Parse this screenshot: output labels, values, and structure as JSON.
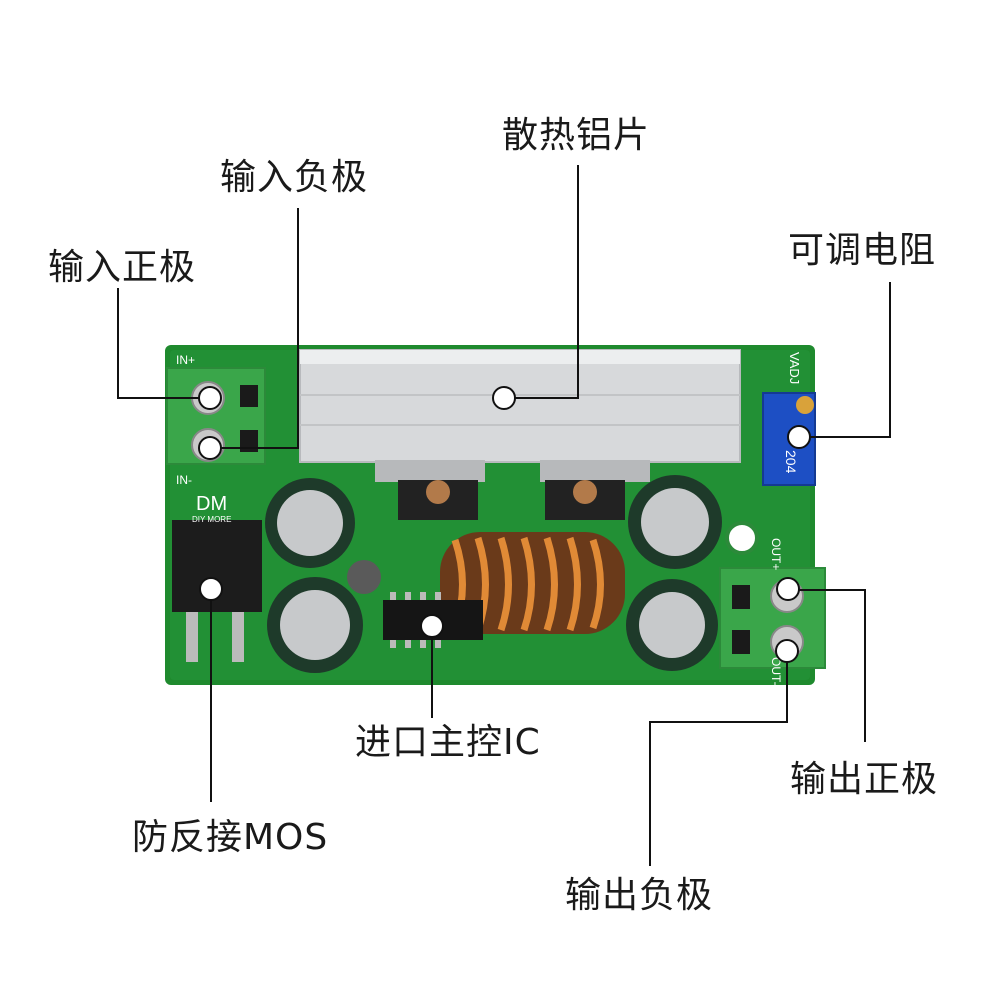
{
  "labels": {
    "heatsink": "散热铝片",
    "input_negative": "输入负极",
    "input_positive": "输入正极",
    "adjustable_resistor": "可调电阻",
    "main_control_ic": "进口主控IC",
    "output_positive": "输出正极",
    "anti_reverse_mos": "防反接MOS",
    "output_negative": "输出负极"
  },
  "board_marks": {
    "in_plus": "IN+",
    "in_minus": "IN-",
    "vadj": "VADJ",
    "out_plus": "OUT+",
    "out_minus": "OUT-",
    "pot_code": "204",
    "logo": "DM",
    "logo_sub": "DIY MORE"
  },
  "colors": {
    "pcb": "#1f8a2e",
    "heatsink": "#d7d9db",
    "terminal": "#3aa64a",
    "pot": "#1d4fc4",
    "capacitor": "#1e3a2a",
    "coil": "#c8772b",
    "callout_line": "#111111"
  }
}
